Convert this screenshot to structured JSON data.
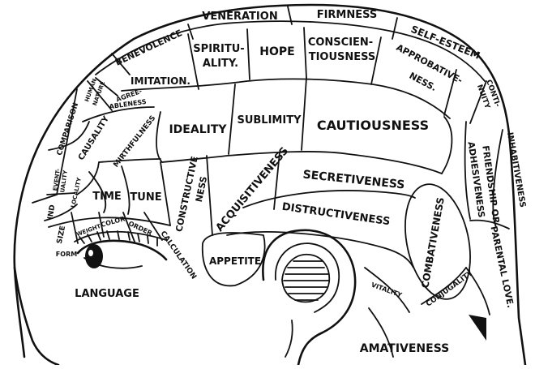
{
  "labels": {
    "veneration": "VENERATION",
    "firmness": "FIRMNESS",
    "benevolence": "BENEVOLENCE",
    "spirituality_1": "SPIRITU-",
    "spirituality_2": "ALITY.",
    "hope": "HOPE",
    "conscientiousness_1": "CONSCIEN-",
    "conscientiousness_2": "TIOUSNESS",
    "self_esteem": "SELF-ESTEEM",
    "approbativeness_1": "APPROBATIVE-",
    "approbativeness_2": "NESS.",
    "human_nature_1": "HUMAN",
    "human_nature_2": "NATURE",
    "imitation": "IMITATION.",
    "continuity_1": "CONTI-",
    "continuity_2": "NUITY",
    "agreeableness_1": "AGREE-",
    "agreeableness_2": "ABLENESS",
    "comparison": "COMPARISON",
    "causality": "CAUSALITY",
    "mirthfulness": "MIRTHFULNESS",
    "ideality": "IDEALITY",
    "sublimity": "SUBLIMITY",
    "cautiousness": "CAUTIOUSNESS",
    "inhabitiveness": "INHABITIVENESS",
    "friendship_1": "FRIENDSHIP OR",
    "friendship_2": "ADHESIVENESS",
    "eventuality_1": "EVENT-",
    "eventuality_2": "UALITY",
    "locality": "LOCALITY",
    "time": "TIME",
    "tune": "TUNE",
    "constructiveness_1": "CONSTRUCTIVE",
    "constructiveness_2": "NESS",
    "acquisitiveness": "ACQUISITIVENESS",
    "secretiveness": "SECRETIVENESS",
    "ind": "IND",
    "size": "SIZE",
    "weight": "WEIGHT",
    "color": "COLOR",
    "order": "ORDER",
    "calculation": "CALCULATION",
    "distructiveness": "DISTRUCTIVENESS",
    "combativeness": "COMBATIVENESS",
    "parental_love": "PARENTAL LOVE.",
    "form": "FORM",
    "appetite": "APPETITE",
    "vitality": "VITALITY",
    "conjugality": "CONJUGALITY",
    "language": "LANGUAGE",
    "amativeness": "AMATIVENESS"
  }
}
